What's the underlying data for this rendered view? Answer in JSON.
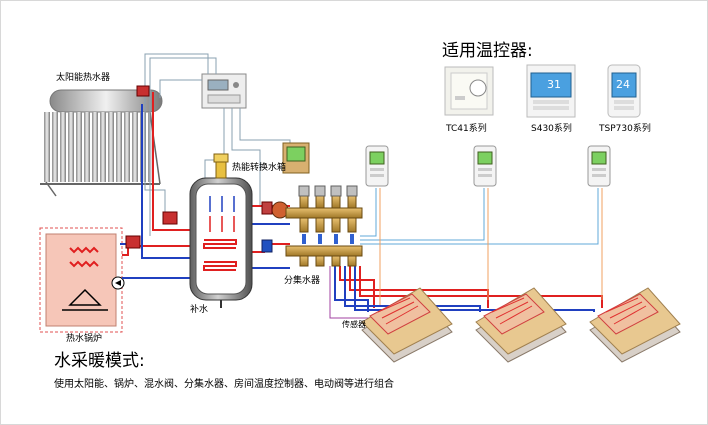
{
  "labels": {
    "solar_heater": "太阳能热水器",
    "heat_exchange_tank": "热能转换水箱",
    "boiler": "热水锅炉",
    "makeup_water": "补水",
    "manifold": "分集水器",
    "sensor": "传感器"
  },
  "thermostats": {
    "title": "适用温控器:",
    "models": [
      "TC41系列",
      "S430系列",
      "TSP730系列"
    ],
    "s430_display": "31",
    "tsp730_display": "24"
  },
  "footer": {
    "title": "水采暖模式:",
    "description": "使用太阳能、锅炉、混水阀、分集水器、房间温度控制器、电动阀等进行组合"
  },
  "colors": {
    "supply_red": "#e02020",
    "return_blue": "#2040c0",
    "control_line": "#60a8d8",
    "floor_wood": "#e8c890",
    "brass": "#c8a050",
    "screen_green": "#7cd060",
    "screen_blue": "#4aa0e0"
  }
}
